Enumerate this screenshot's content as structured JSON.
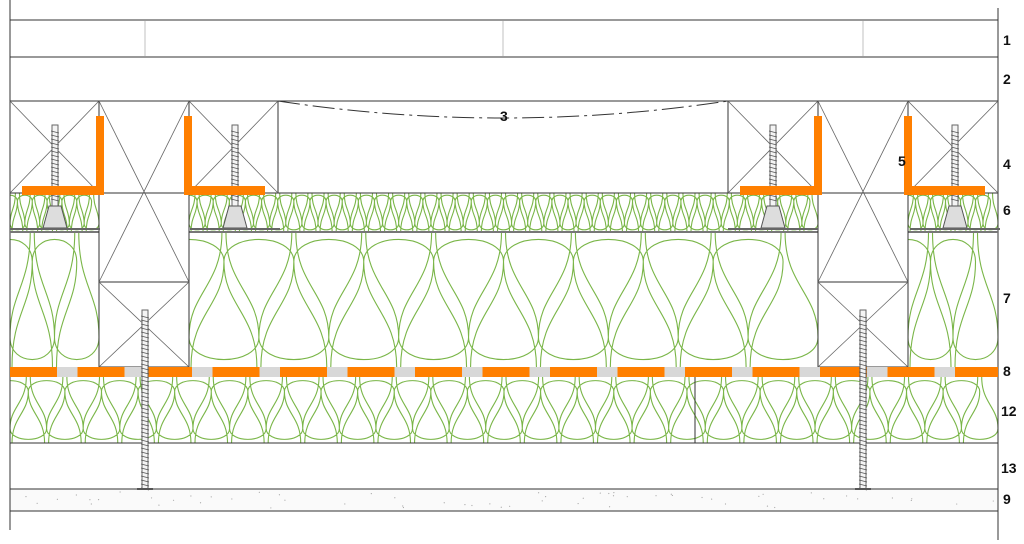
{
  "diagram": {
    "type": "wall section detail",
    "colors": {
      "line": "#333333",
      "insulation": "#7ab648",
      "bracket": "#ff7f00",
      "membrane_gap": "#d8d8d8"
    },
    "layer_labels": [
      {
        "id": "1",
        "text": "1"
      },
      {
        "id": "2",
        "text": "2"
      },
      {
        "id": "3",
        "text": "3"
      },
      {
        "id": "4",
        "text": "4"
      },
      {
        "id": "5",
        "text": "5"
      },
      {
        "id": "6",
        "text": "6"
      },
      {
        "id": "7",
        "text": "7"
      },
      {
        "id": "8",
        "text": "8"
      },
      {
        "id": "12",
        "text": "12"
      },
      {
        "id": "13",
        "text": "13"
      },
      {
        "id": "9",
        "text": "9"
      }
    ]
  }
}
